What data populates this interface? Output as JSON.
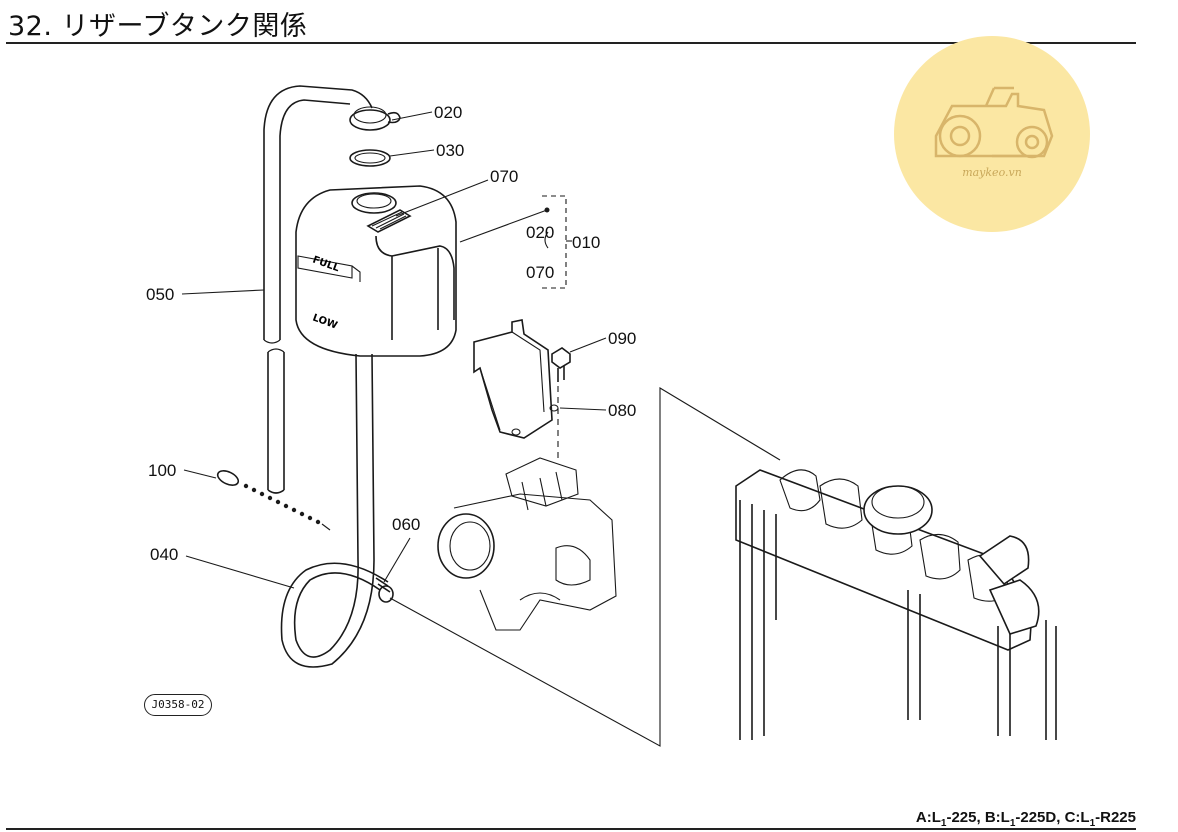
{
  "page": {
    "title": "32. リザーブタンク関係",
    "drawing_code": "J0358-02",
    "footer": {
      "a_prefix": "A:L",
      "a_sub": "1",
      "a_suffix": "-225, ",
      "b_prefix": "B:L",
      "b_sub": "1",
      "b_suffix": "-225D, ",
      "c_prefix": "C:L",
      "c_sub": "1",
      "c_suffix": "-R225"
    }
  },
  "tank_labels": {
    "full": "FULL",
    "low": "LOW"
  },
  "callouts": {
    "p020": "020",
    "p030": "030",
    "p070": "070",
    "p050": "050",
    "p090": "090",
    "p080": "080",
    "p100": "100",
    "p060": "060",
    "p040": "040",
    "set_010": "010",
    "set_020": "020",
    "set_070": "070"
  },
  "watermark": {
    "text": "maykeo.vn",
    "color": "#fbe7a3"
  }
}
